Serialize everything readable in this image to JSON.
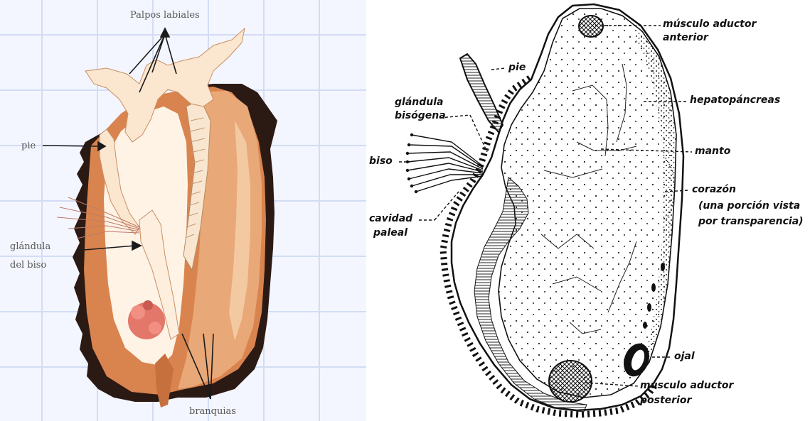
{
  "left_figure": {
    "labels": {
      "palpos": "Palpos labiales",
      "pie": "pie",
      "glandula_line1": "glándula",
      "glandula_line2": "del biso",
      "branquias": "branquias"
    }
  },
  "right_figure": {
    "labels": {
      "pie": "pie",
      "glandula_line1": "glándula",
      "glandula_line2": "bisógena",
      "biso": "biso",
      "cavidad_line1": "cavidad",
      "cavidad_line2": "paleal",
      "musculo_anterior_line1": "músculo aductor",
      "musculo_anterior_line2": "anterior",
      "hepatopancreas": "hepatopáncreas",
      "manto": "manto",
      "corazon_line1": "corazón",
      "corazon_line2": "(una porción vista",
      "corazon_line3": "por transparencia)",
      "ojal": "ojal",
      "musculo_posterior_line1": "músculo aductor",
      "musculo_posterior_line2": "posterior"
    }
  }
}
